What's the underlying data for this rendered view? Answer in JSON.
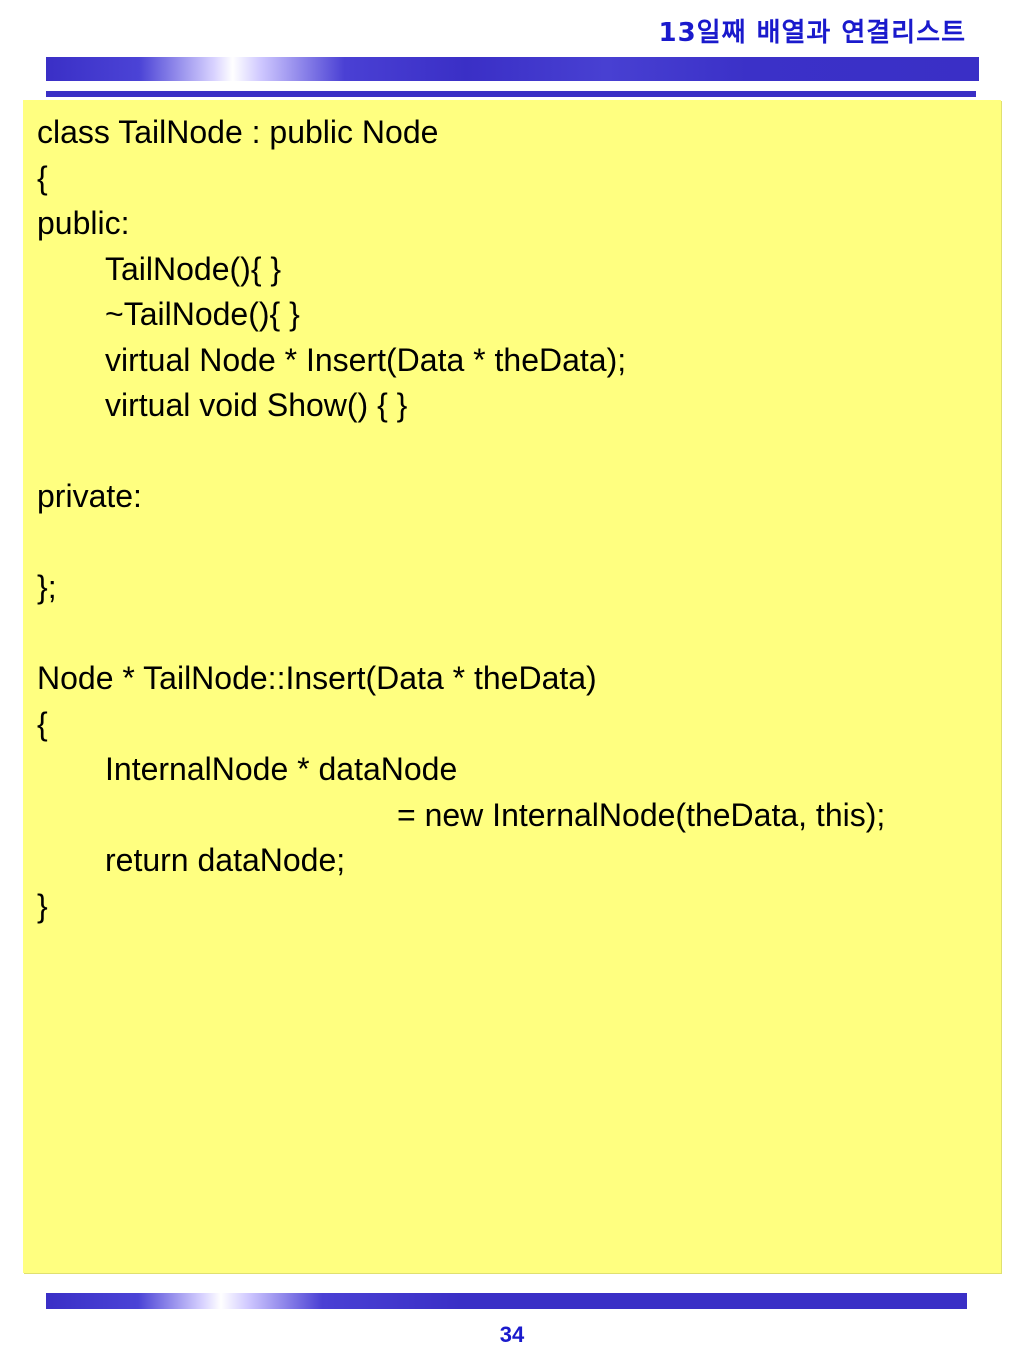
{
  "header": {
    "title": "13일째 배열과 연결리스트"
  },
  "code": {
    "lines": [
      "class TailNode : public Node",
      "{",
      "public:",
      "TailNode(){ }",
      "~TailNode(){ }",
      "virtual Node * Insert(Data * theData);",
      "virtual void Show() { }",
      "",
      "private:",
      "",
      "};",
      "",
      "Node * TailNode::Insert(Data * theData)",
      "{",
      "InternalNode * dataNode",
      "= new InternalNode(theData, this);",
      "return dataNode;",
      "}"
    ]
  },
  "footer": {
    "page_number": "34"
  }
}
